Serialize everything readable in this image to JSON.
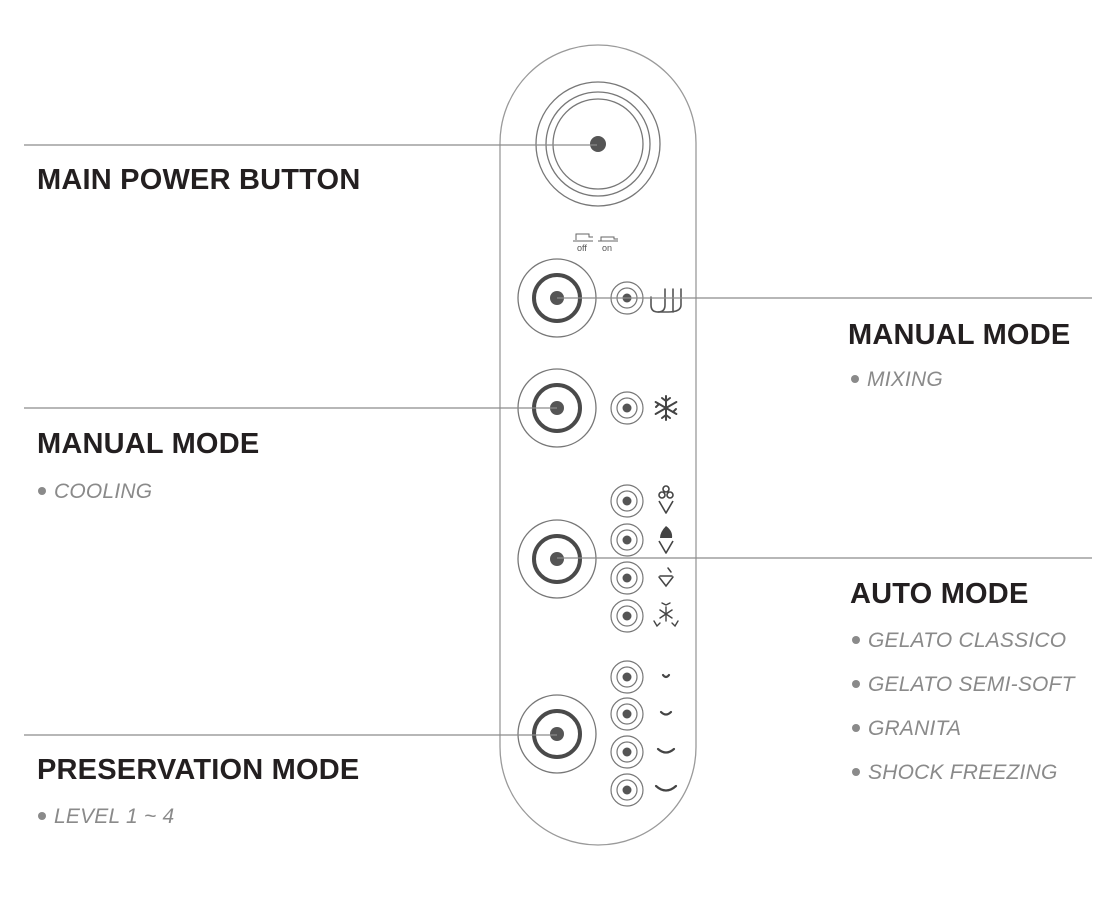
{
  "panel": {
    "switch_labels": {
      "off": "off",
      "on": "on"
    },
    "colors": {
      "line": "#8c8c8c",
      "dark": "#555555",
      "ring": "#4a4a4a",
      "title": "#231f20",
      "bullet": "#8a8a8a"
    },
    "buttons": [
      {
        "id": "main-power",
        "name": "main-power-button"
      },
      {
        "id": "mixing",
        "name": "manual-mixing-button",
        "icon": "mixing-icon"
      },
      {
        "id": "cooling",
        "name": "manual-cooling-button",
        "icon": "snowflake-icon"
      },
      {
        "id": "auto",
        "name": "auto-mode-button",
        "icons": [
          "gelato-cone-icon",
          "soft-serve-cone-icon",
          "granita-icon",
          "shock-freezing-icon"
        ]
      },
      {
        "id": "preservation",
        "name": "preservation-button",
        "icons": [
          "level-1-icon",
          "level-2-icon",
          "level-3-icon",
          "level-4-icon"
        ]
      }
    ]
  },
  "callouts": {
    "main_power": {
      "title": "MAIN POWER BUTTON"
    },
    "manual_mixing": {
      "title": "MANUAL MODE",
      "items": [
        "MIXING"
      ]
    },
    "manual_cooling": {
      "title": "MANUAL MODE",
      "items": [
        "COOLING"
      ]
    },
    "auto": {
      "title": "AUTO MODE",
      "items": [
        "GELATO CLASSICO",
        "GELATO SEMI-SOFT",
        "GRANITA",
        "SHOCK FREEZING"
      ]
    },
    "preservation": {
      "title": "PRESERVATION MODE",
      "items": [
        "LEVEL 1 ~ 4"
      ]
    }
  }
}
